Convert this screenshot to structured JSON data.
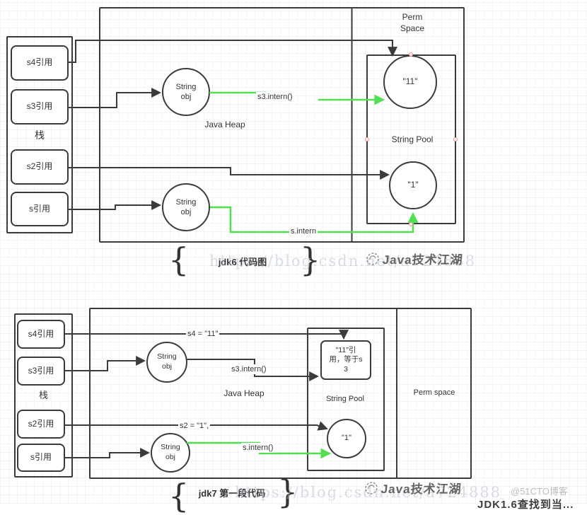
{
  "colors": {
    "stroke": "#3b3b3b",
    "green": "#52e052",
    "handle_fill": "#ffecec",
    "handle_stroke": "#e09999",
    "text": "#333333",
    "watermark_url_gray": "#b9c2cf",
    "watermark_brand_gray": "#4a4a4a",
    "watermark_cto_gray": "#bcbcbc"
  },
  "diagram1": {
    "stack": {
      "label": "栈",
      "items": [
        "s4引用",
        "s3引用",
        "s2引用",
        "s引用"
      ]
    },
    "regions": {
      "heap": "Java Heap",
      "perm": "Perm\nSpace",
      "pool": "String Pool"
    },
    "nodes": {
      "string_obj": "String\nobj",
      "pool_11": "\"11\"",
      "pool_1": "\"1\""
    },
    "edges": {
      "s3_intern": "s3.intern()",
      "s_intern": "s.intern"
    },
    "caption": {
      "open": "{",
      "label": "jdk6 代码图",
      "close": "}"
    }
  },
  "diagram2": {
    "stack": {
      "label": "栈",
      "items": [
        "s4引用",
        "s3引用",
        "s2引用",
        "s引用"
      ]
    },
    "regions": {
      "heap": "Java Heap",
      "perm": "Perm space",
      "pool": "String Pool"
    },
    "nodes": {
      "string_obj": "String\nobj",
      "ref_11": "\"11\"引\n用，等于s\n3",
      "pool_1": "\"1\""
    },
    "edges": {
      "s4": "s4 = \"11\"",
      "s3_intern": "s3.intern()",
      "s2": "s2 = \"1\",",
      "s_intern": "s.intern()"
    },
    "caption": {
      "open": "{",
      "label": "jdk7 第一段代码",
      "close": "}"
    }
  },
  "watermarks": {
    "csdn_url": "https://blog.csdn.net/a724888",
    "brand": "Java技术江湖",
    "cto": "@51CTO博客",
    "clipped_text": "JDK1.6查找到当..."
  }
}
